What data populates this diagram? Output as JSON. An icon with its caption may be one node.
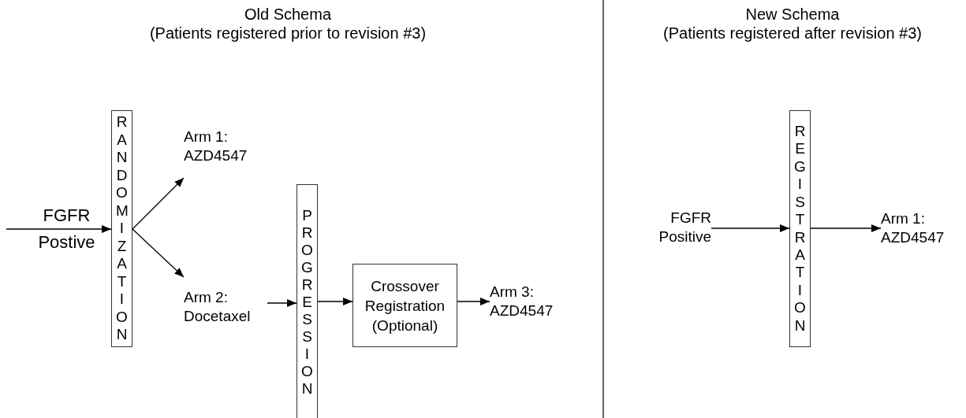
{
  "diagram": {
    "nodes": [
      {
        "text": [
          "RANDOMIZATION"
        ]
      },
      {
        "text": [
          "Arm 1: AZD4547"
        ]
      },
      {
        "text": [
          "Arm 2: Docetaxel"
        ]
      },
      {
        "text": [
          "PROGRESSION"
        ]
      },
      {
        "text": [
          "Crossover Registration (Optional)"
        ]
      },
      {
        "text": [
          "Arm 3: AZD4547"
        ]
      },
      {
        "text": [
          "FGFR Positive"
        ]
      },
      {
        "text": [
          "REGISTRATION"
        ]
      },
      {
        "text": [
          "Arm 1: AZD4547"
        ]
      }
    ],
    "edges": [
      {
        "from": null,
        "to": 0,
        "arrow": "to",
        "label": "FGFR Postive"
      },
      {
        "from": 0,
        "to": 1,
        "arrow": "to"
      },
      {
        "from": 0,
        "to": 2,
        "arrow": "to"
      },
      {
        "from": 2,
        "to": 3,
        "arrow": "to"
      },
      {
        "from": 3,
        "to": 4,
        "arrow": "to"
      },
      {
        "from": 4,
        "to": 5,
        "arrow": "to"
      },
      {
        "from": 6,
        "to": 7,
        "arrow": "to"
      },
      {
        "from": 7,
        "to": 8,
        "arrow": "to"
      }
    ],
    "labels": [
      "Old Schema",
      "(Patients registered prior to revision #3)",
      "New Schema",
      "(Patients registered after revision #3)"
    ]
  }
}
